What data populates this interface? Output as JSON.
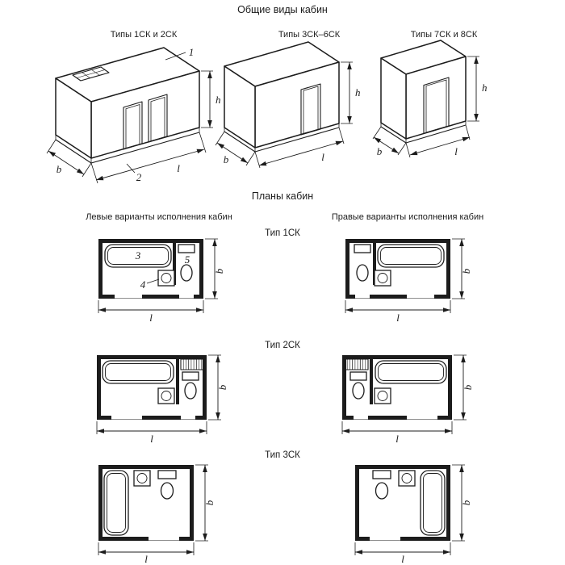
{
  "titles": {
    "general_views": "Общие виды кабин",
    "plans": "Планы кабин",
    "left_variants": "Левые варианты исполнения кабин",
    "right_variants": "Правые варианты исполнения кабин"
  },
  "iso_views": [
    {
      "label": "Типы 1СК и 2СК"
    },
    {
      "label": "Типы 3СК–6СК"
    },
    {
      "label": "Типы 7СК и 8СК"
    }
  ],
  "plan_rows": [
    {
      "label": "Тип 1СК"
    },
    {
      "label": "Тип 2СК"
    },
    {
      "label": "Тип 3СК"
    }
  ],
  "dimensions": {
    "height": "h",
    "width": "b",
    "length": "l"
  },
  "callouts": {
    "roof": "1",
    "base": "2",
    "bath": "3",
    "sink": "4",
    "toilet": "5"
  },
  "colors": {
    "line": "#1c1c1c",
    "background": "#ffffff"
  }
}
